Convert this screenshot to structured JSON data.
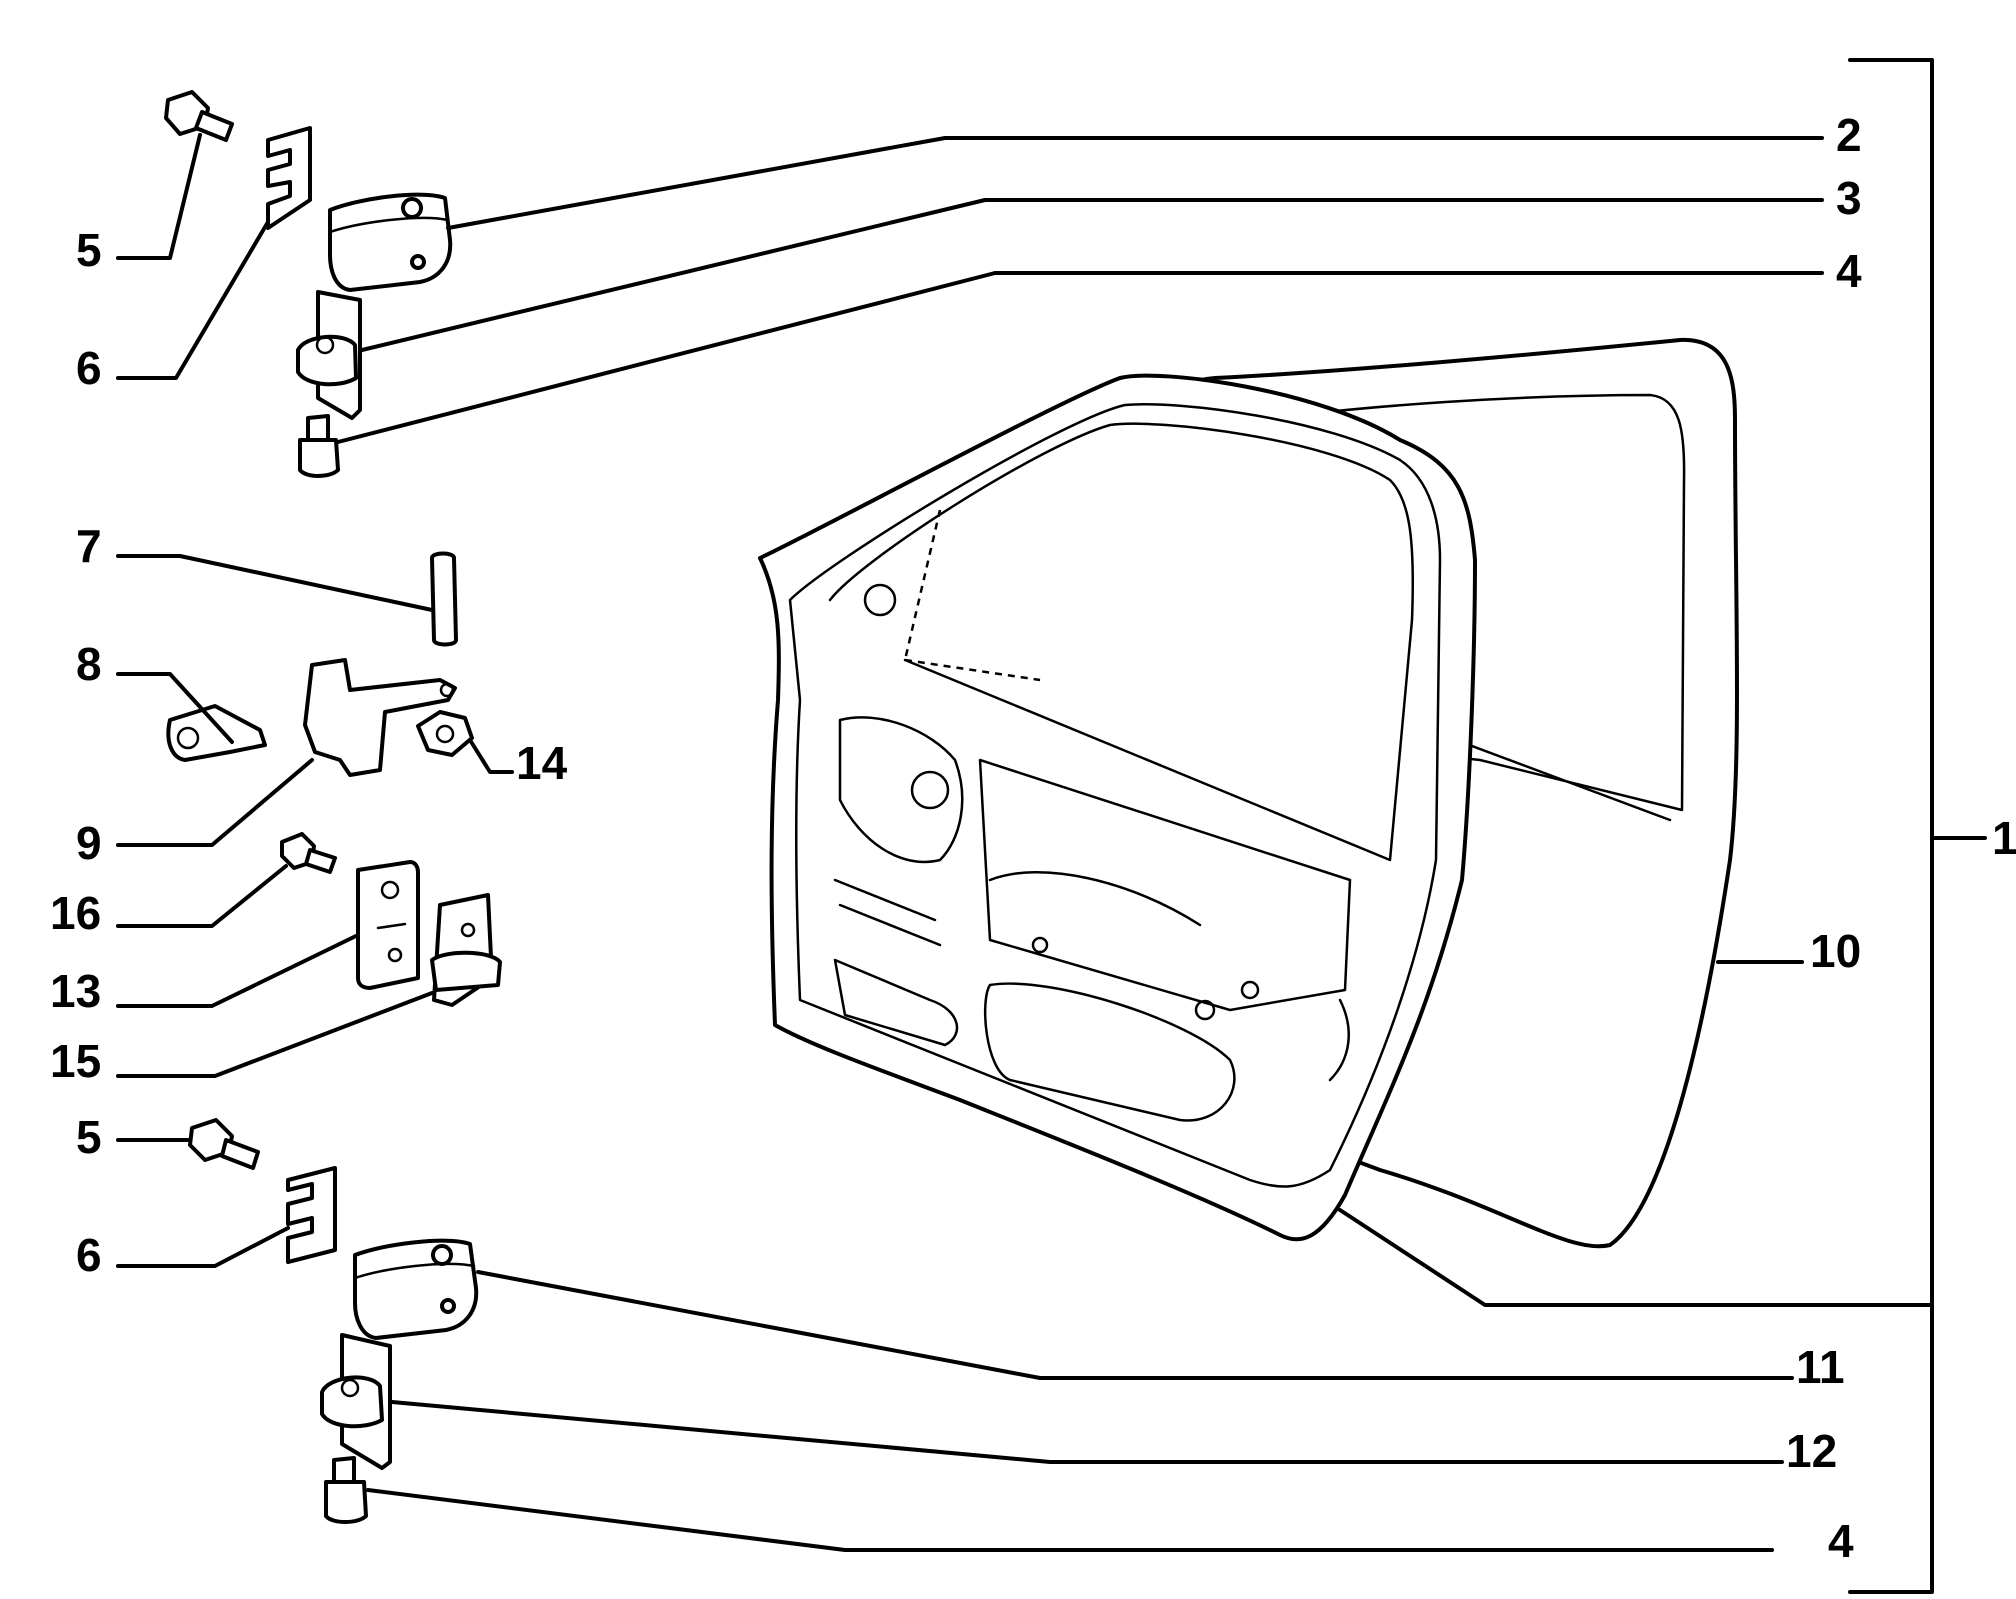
{
  "callouts": {
    "c1": "1",
    "c2": "2",
    "c3": "3",
    "c4_top": "4",
    "c4_bottom": "4",
    "c5_top": "5",
    "c5_bottom": "5",
    "c6_top": "6",
    "c6_bottom": "6",
    "c7": "7",
    "c8": "8",
    "c9": "9",
    "c10": "10",
    "c11": "11",
    "c12": "12",
    "c13": "13",
    "c14": "14",
    "c15": "15",
    "c16": "16"
  }
}
